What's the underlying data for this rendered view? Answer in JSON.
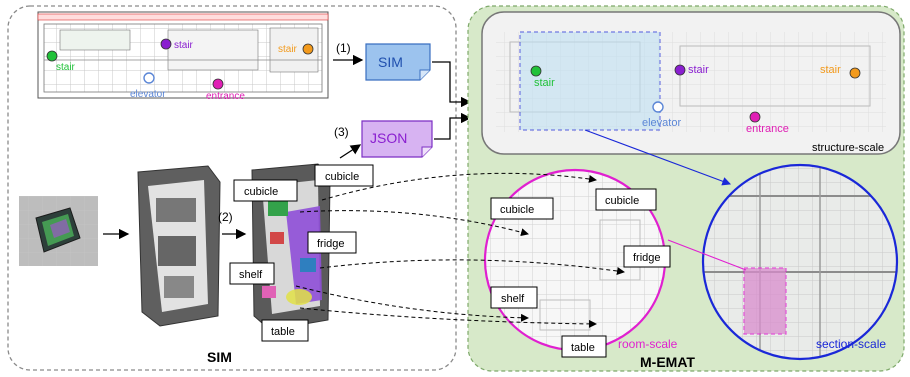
{
  "left_panel": {
    "title": "SIM",
    "floorplan_labels": {
      "stair_green": "stair",
      "stair_purple": "stair",
      "stair_orange": "stair",
      "elevator": "elevator",
      "entrance": "entrance"
    },
    "step1": "(1)",
    "step2": "(2)",
    "step3": "(3)",
    "sim_doc": "SIM",
    "json_doc": "JSON",
    "object_labels": {
      "cubicle_a": "cubicle",
      "cubicle_b": "cubicle",
      "fridge": "fridge",
      "shelf": "shelf",
      "table": "table"
    }
  },
  "right_panel": {
    "title": "M-EMAT",
    "structure_scale": "structure-scale",
    "room_scale": "room-scale",
    "section_scale": "section-scale",
    "map_labels": {
      "stair_green": "stair",
      "stair_purple": "stair",
      "stair_orange": "stair",
      "elevator": "elevator",
      "entrance": "entrance"
    },
    "room_labels": {
      "cubicle_a": "cubicle",
      "cubicle_b": "cubicle",
      "fridge": "fridge",
      "shelf": "shelf",
      "table": "table"
    }
  },
  "colors": {
    "stair_green": "#22c23a",
    "stair_purple": "#8a1fd0",
    "stair_orange": "#f39a1c",
    "elevator": "#5b86d6",
    "entrance": "#e01fb5",
    "room_circle": "#e020d0",
    "section_circle": "#1a28d8",
    "right_bg": "#d7e9c9",
    "sim_doc": "#9cc3ee",
    "json_doc": "#d7b3f2"
  }
}
